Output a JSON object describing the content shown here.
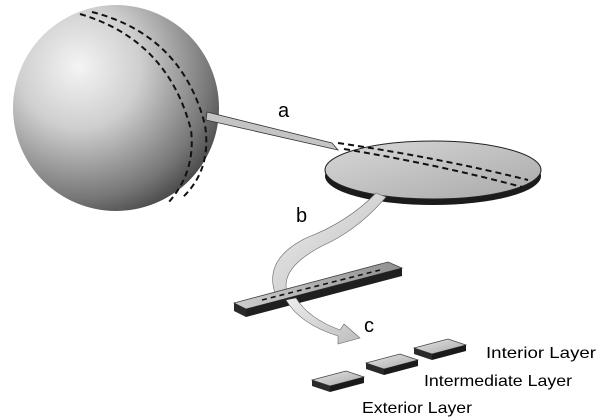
{
  "labels": {
    "a": "a",
    "b": "b",
    "c": "c",
    "interior": "Interior Layer",
    "intermediate": "Intermediate Layer",
    "exterior": "Exterior Layer"
  },
  "colors": {
    "sphere_light": "#f2f2f2",
    "sphere_dark": "#333333",
    "disc_top": "#c8c8c8",
    "disc_edge": "#1a1a1a",
    "arrow_fill": "#d9d9d9",
    "outline": "#000000"
  }
}
